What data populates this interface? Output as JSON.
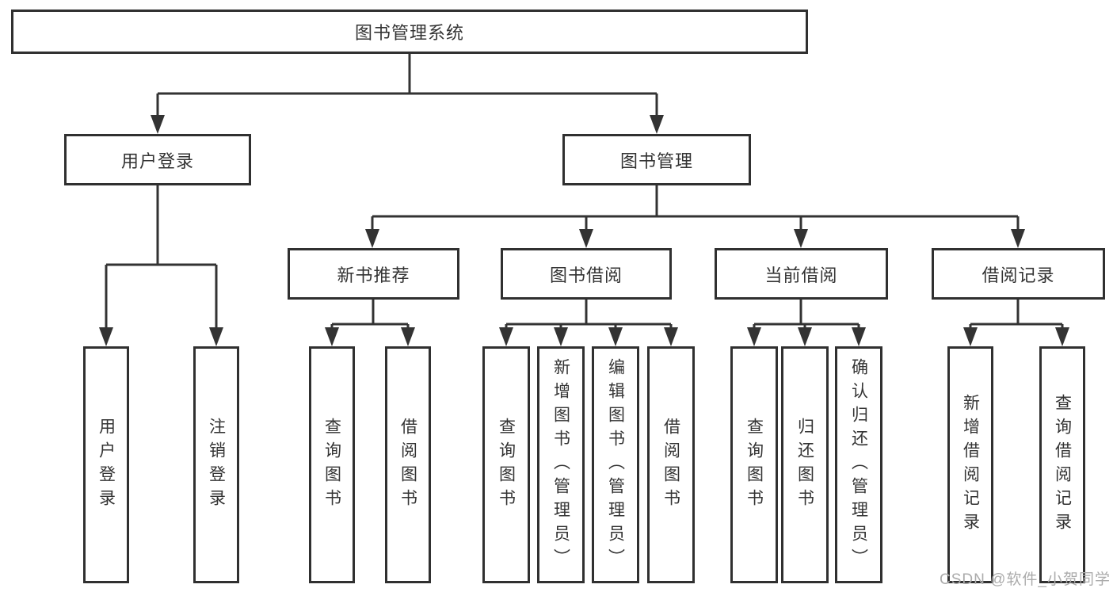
{
  "diagram": {
    "colors": {
      "line": "#333333",
      "box_border": "#303030",
      "text": "#333333",
      "background": "#ffffff",
      "watermark": "#ababab"
    },
    "nodes": {
      "root": "图书管理系统",
      "user_login": "用户登录",
      "book_mgmt": "图书管理",
      "new_books": "新书推荐",
      "book_borrow": "图书借阅",
      "current_borrow": "当前借阅",
      "borrow_records": "借阅记录"
    },
    "leaves": {
      "login": "用户登录",
      "logout": "注销登录",
      "nb_query": "查询图书",
      "nb_borrow": "借阅图书",
      "bb_query": "查询图书",
      "bb_add": "新增图书（管理员）",
      "bb_edit": "编辑图书（管理员）",
      "bb_borrow": "借阅图书",
      "cb_query": "查询图书",
      "cb_return": "归还图书",
      "cb_confirm": "确认归还（管理员）",
      "br_add": "新增借阅记录",
      "br_query": "查询借阅记录"
    },
    "watermark": "CSDN @软件_小贺同学"
  }
}
